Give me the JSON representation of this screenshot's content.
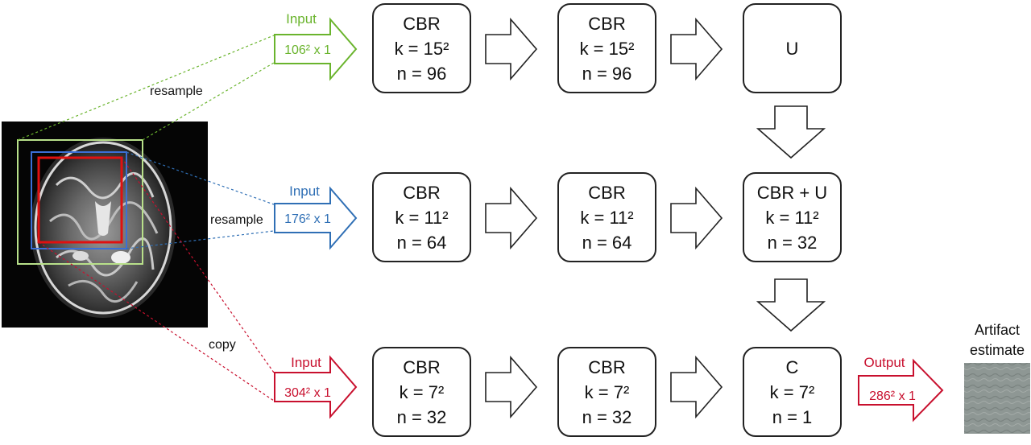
{
  "labels": {
    "resample_top": "resample",
    "resample_mid": "resample",
    "copy": "copy",
    "artifact_line1": "Artifact",
    "artifact_line2": "estimate"
  },
  "inputs": [
    {
      "caption": "Input",
      "size": "106² x 1",
      "color": "#6ab42d"
    },
    {
      "caption": "Input",
      "size": "176² x 1",
      "color": "#2f6fb5"
    },
    {
      "caption": "Input",
      "size": "304² x 1",
      "color": "#c8102e"
    }
  ],
  "output": {
    "caption": "Output",
    "size": "286² x 1",
    "color": "#c8102e"
  },
  "rows": [
    {
      "boxes": [
        {
          "lines": [
            "CBR",
            "k = 15²",
            "n = 96"
          ]
        },
        {
          "lines": [
            "CBR",
            "k = 15²",
            "n = 96"
          ]
        },
        {
          "lines": [
            "U"
          ]
        }
      ]
    },
    {
      "boxes": [
        {
          "lines": [
            "CBR",
            "k = 11²",
            "n = 64"
          ]
        },
        {
          "lines": [
            "CBR",
            "k = 11²",
            "n = 64"
          ]
        },
        {
          "lines": [
            "CBR + U",
            "k = 11²",
            "n = 32"
          ]
        }
      ]
    },
    {
      "boxes": [
        {
          "lines": [
            "CBR",
            "k = 7²",
            "n = 32"
          ]
        },
        {
          "lines": [
            "CBR",
            "k = 7²",
            "n = 32"
          ]
        },
        {
          "lines": [
            "C",
            "k = 7²",
            "n = 1"
          ]
        }
      ]
    }
  ],
  "colors": {
    "crop_green": "#b8e08a",
    "crop_blue": "#3b6fd6",
    "crop_red": "#e01010"
  }
}
